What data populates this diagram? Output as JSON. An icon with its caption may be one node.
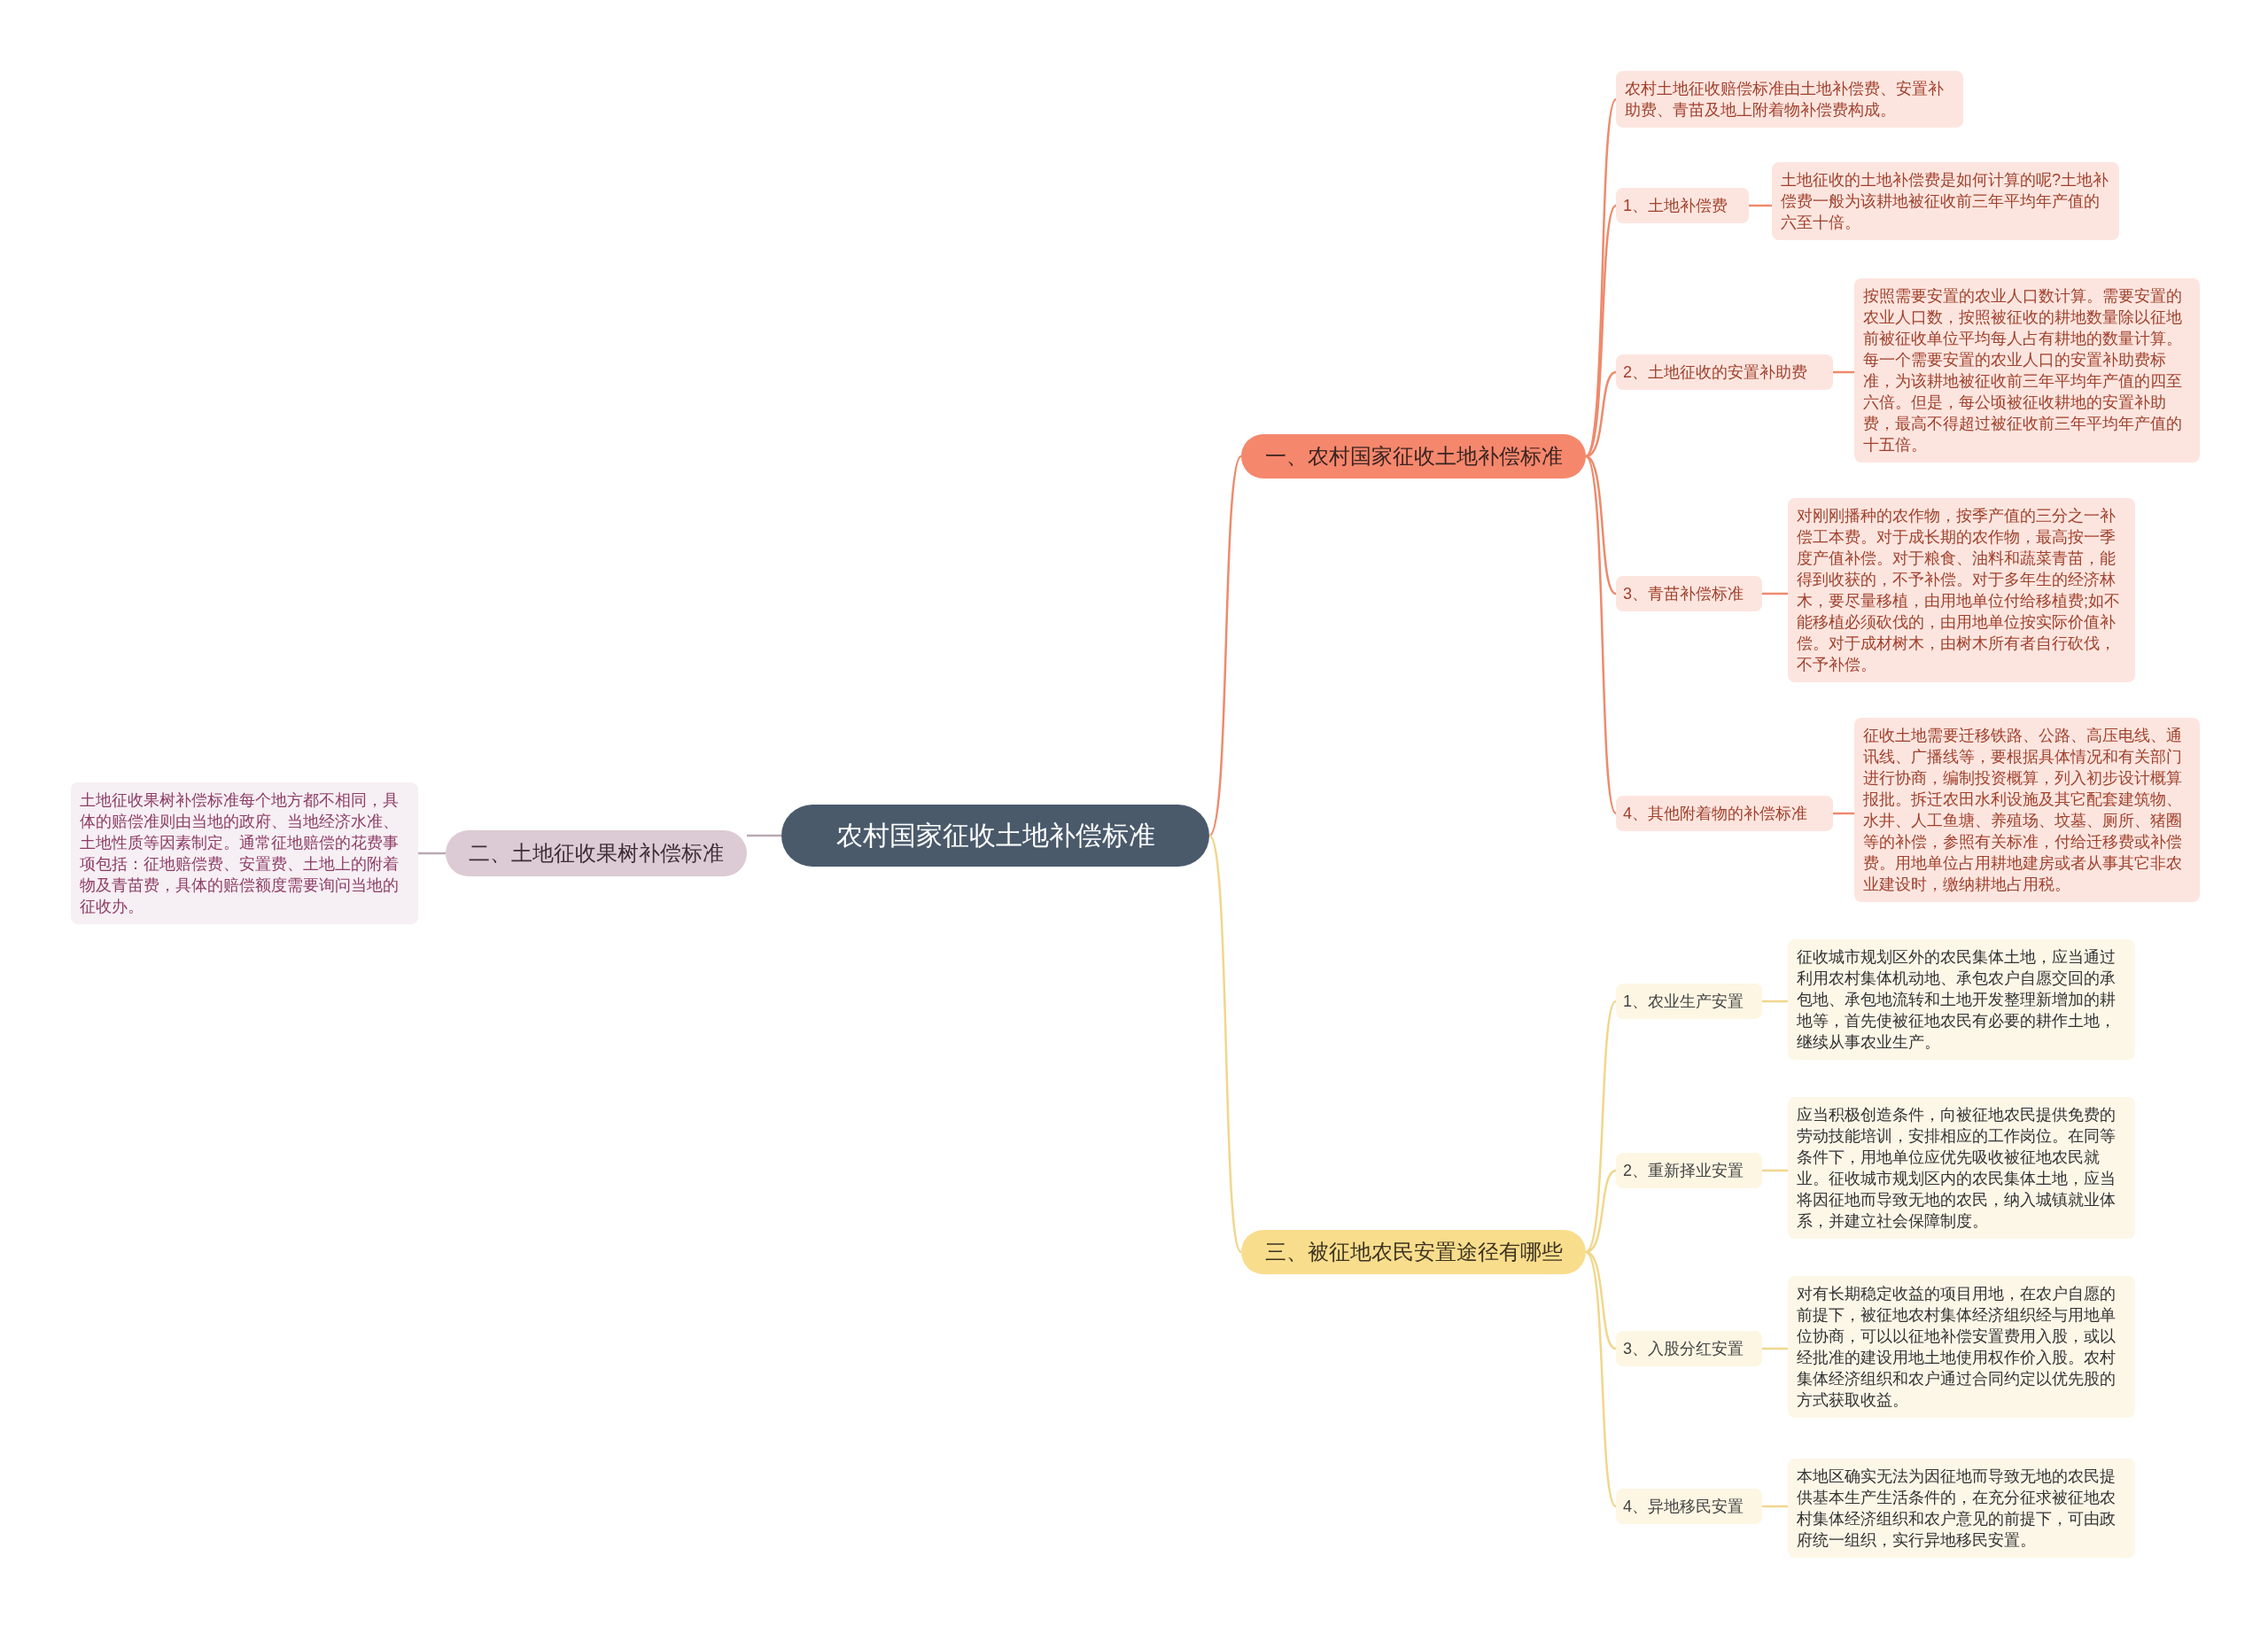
{
  "diagram": {
    "nodes": [
      {
        "text": [
          "农村国家征收土地补偿标准"
        ]
      },
      {
        "text": [
          "一、农村国家征收土地补偿标准"
        ]
      },
      {
        "text": [
          "农村土地征收赔偿标准由土地补偿费、安置补助费、青苗及地上附着物补偿费构成。"
        ]
      },
      {
        "text": [
          "1、土地补偿费"
        ]
      },
      {
        "text": [
          "土地征收的土地补偿费是如何计算的呢?土地补偿费一般为该耕地被征收前三年平均年产值的六至十倍。"
        ]
      },
      {
        "text": [
          "2、土地征收的安置补助费"
        ]
      },
      {
        "text": [
          "按照需要安置的农业人口数计算。需要安置的农业人口数，按照被征收的耕地数量除以征地前被征收单位平均每人占有耕地的数量计算。每一个需要安置的农业人口的安置补助费标准，为该耕地被征收前三年平均年产值的四至六倍。但是，每公顷被征收耕地的安置补助费，最高不得超过被征收前三年平均年产值的十五倍。"
        ]
      },
      {
        "text": [
          "3、青苗补偿标准"
        ]
      },
      {
        "text": [
          "对刚刚播种的农作物，按季产值的三分之一补偿工本费。对于成长期的农作物，最高按一季度产值补偿。对于粮食、油料和蔬菜青苗，能得到收获的，不予补偿。对于多年生的经济林木，要尽量移植，由用地单位付给移植费;如不能移植必须砍伐的，由用地单位按实际价值补偿。对于成材树木，由树木所有者自行砍伐，不予补偿。"
        ]
      },
      {
        "text": [
          "4、其他附着物的补偿标准"
        ]
      },
      {
        "text": [
          "征收土地需要迁移铁路、公路、高压电线、通讯线、广播线等，要根据具体情况和有关部门进行协商，编制投资概算，列入初步设计概算报批。拆迁农田水利设施及其它配套建筑物、水井、人工鱼塘、养殖场、坟墓、厕所、猪圈等的补偿，参照有关标准，付给迁移费或补偿费。用地单位占用耕地建房或者从事其它非农业建设时，缴纳耕地占用税。"
        ]
      },
      {
        "text": [
          "二、土地征收果树补偿标准"
        ]
      },
      {
        "text": [
          "土地征收果树补偿标准每个地方都不相同，具体的赔偿准则由当地的政府、当地经济水准、土地性质等因素制定。通常征地赔偿的花费事项包括：征地赔偿费、安置费、土地上的附着物及青苗费，具体的赔偿额度需要询问当地的征收办。"
        ]
      },
      {
        "text": [
          "三、被征地农民安置途径有哪些"
        ]
      },
      {
        "text": [
          "1、农业生产安置"
        ]
      },
      {
        "text": [
          "征收城市规划区外的农民集体土地，应当通过利用农村集体机动地、承包农户自愿交回的承包地、承包地流转和土地开发整理新增加的耕地等，首先使被征地农民有必要的耕作土地，继续从事农业生产。"
        ]
      },
      {
        "text": [
          "2、重新择业安置"
        ]
      },
      {
        "text": [
          "应当积极创造条件，向被征地农民提供免费的劳动技能培训，安排相应的工作岗位。在同等条件下，用地单位应优先吸收被征地农民就业。征收城市规划区内的农民集体土地，应当将因征地而导致无地的农民，纳入城镇就业体系，并建立社会保障制度。"
        ]
      },
      {
        "text": [
          "3、入股分红安置"
        ]
      },
      {
        "text": [
          "对有长期稳定收益的项目用地，在农户自愿的前提下，被征地农村集体经济组织经与用地单位协商，可以以征地补偿安置费用入股，或以经批准的建设用地土地使用权作价入股。农村集体经济组织和农户通过合同约定以优先股的方式获取收益。"
        ]
      },
      {
        "text": [
          "4、异地移民安置"
        ]
      },
      {
        "text": [
          "本地区确实无法为因征地而导致无地的农民提供基本生产生活条件的，在充分征求被征地农村集体经济组织和农户意见的前提下，可由政府统一组织，实行异地移民安置。"
        ]
      }
    ],
    "edges": [
      {
        "from": 0,
        "to": 1,
        "arrow": "none",
        "color": "#ee8a6c"
      },
      {
        "from": 1,
        "to": 2,
        "arrow": "none",
        "color": "#ee8a6c"
      },
      {
        "from": 1,
        "to": 3,
        "arrow": "none",
        "color": "#ee8a6c"
      },
      {
        "from": 3,
        "to": 4,
        "arrow": "none",
        "color": "#ee8a6c"
      },
      {
        "from": 1,
        "to": 5,
        "arrow": "none",
        "color": "#ee8a6c"
      },
      {
        "from": 5,
        "to": 6,
        "arrow": "none",
        "color": "#ee8a6c"
      },
      {
        "from": 1,
        "to": 7,
        "arrow": "none",
        "color": "#ee8a6c"
      },
      {
        "from": 7,
        "to": 8,
        "arrow": "none",
        "color": "#ee8a6c"
      },
      {
        "from": 1,
        "to": 9,
        "arrow": "none",
        "color": "#ee8a6c"
      },
      {
        "from": 9,
        "to": 10,
        "arrow": "none",
        "color": "#ee8a6c"
      },
      {
        "from": 0,
        "to": 11,
        "arrow": "none",
        "color": "#b9a9b1"
      },
      {
        "from": 11,
        "to": 12,
        "arrow": "none",
        "color": "#b9a9b1"
      },
      {
        "from": 0,
        "to": 13,
        "arrow": "none",
        "color": "#f1d68c"
      },
      {
        "from": 13,
        "to": 14,
        "arrow": "none",
        "color": "#f1d68c"
      },
      {
        "from": 14,
        "to": 15,
        "arrow": "none",
        "color": "#f1d68c"
      },
      {
        "from": 13,
        "to": 16,
        "arrow": "none",
        "color": "#f1d68c"
      },
      {
        "from": 16,
        "to": 17,
        "arrow": "none",
        "color": "#f1d68c"
      },
      {
        "from": 13,
        "to": 18,
        "arrow": "none",
        "color": "#f1d68c"
      },
      {
        "from": 18,
        "to": 19,
        "arrow": "none",
        "color": "#f1d68c"
      },
      {
        "from": 13,
        "to": 20,
        "arrow": "none",
        "color": "#f1d68c"
      },
      {
        "from": 20,
        "to": 21,
        "arrow": "none",
        "color": "#f1d68c"
      }
    ]
  }
}
